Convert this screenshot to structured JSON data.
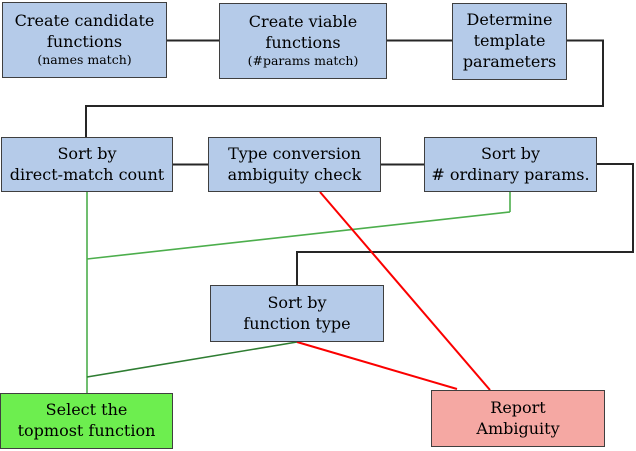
{
  "diagram": {
    "type": "flowchart",
    "nodes": {
      "create_candidate": {
        "l1": "Create candidate",
        "l2": "functions",
        "note": "(names match)"
      },
      "create_viable": {
        "l1": "Create viable",
        "l2": "functions",
        "note": "(#params match)"
      },
      "determine_template": {
        "l1": "Determine",
        "l2": "template",
        "l3": "parameters"
      },
      "sort_direct": {
        "l1": "Sort by",
        "l2": "direct-match count"
      },
      "type_conversion": {
        "l1": "Type conversion",
        "l2": "ambiguity check"
      },
      "sort_ordinary": {
        "l1": "Sort by",
        "l2": "# ordinary params."
      },
      "sort_function_type": {
        "l1": "Sort by",
        "l2": "function type"
      },
      "select_topmost": {
        "l1": "Select the",
        "l2": "topmost function"
      },
      "report_ambiguity": {
        "l1": "Report",
        "l2": "Ambiguity"
      }
    },
    "colors": {
      "process_fill": "#b5cbe9",
      "success_fill": "#6dee4f",
      "error_fill": "#f5a8a3",
      "node_border": "#3f3f3f",
      "flow_line": "#262626",
      "success_line": "#4cae4c",
      "success_line_dark": "#2e7d32",
      "error_line": "#fb0000"
    }
  }
}
